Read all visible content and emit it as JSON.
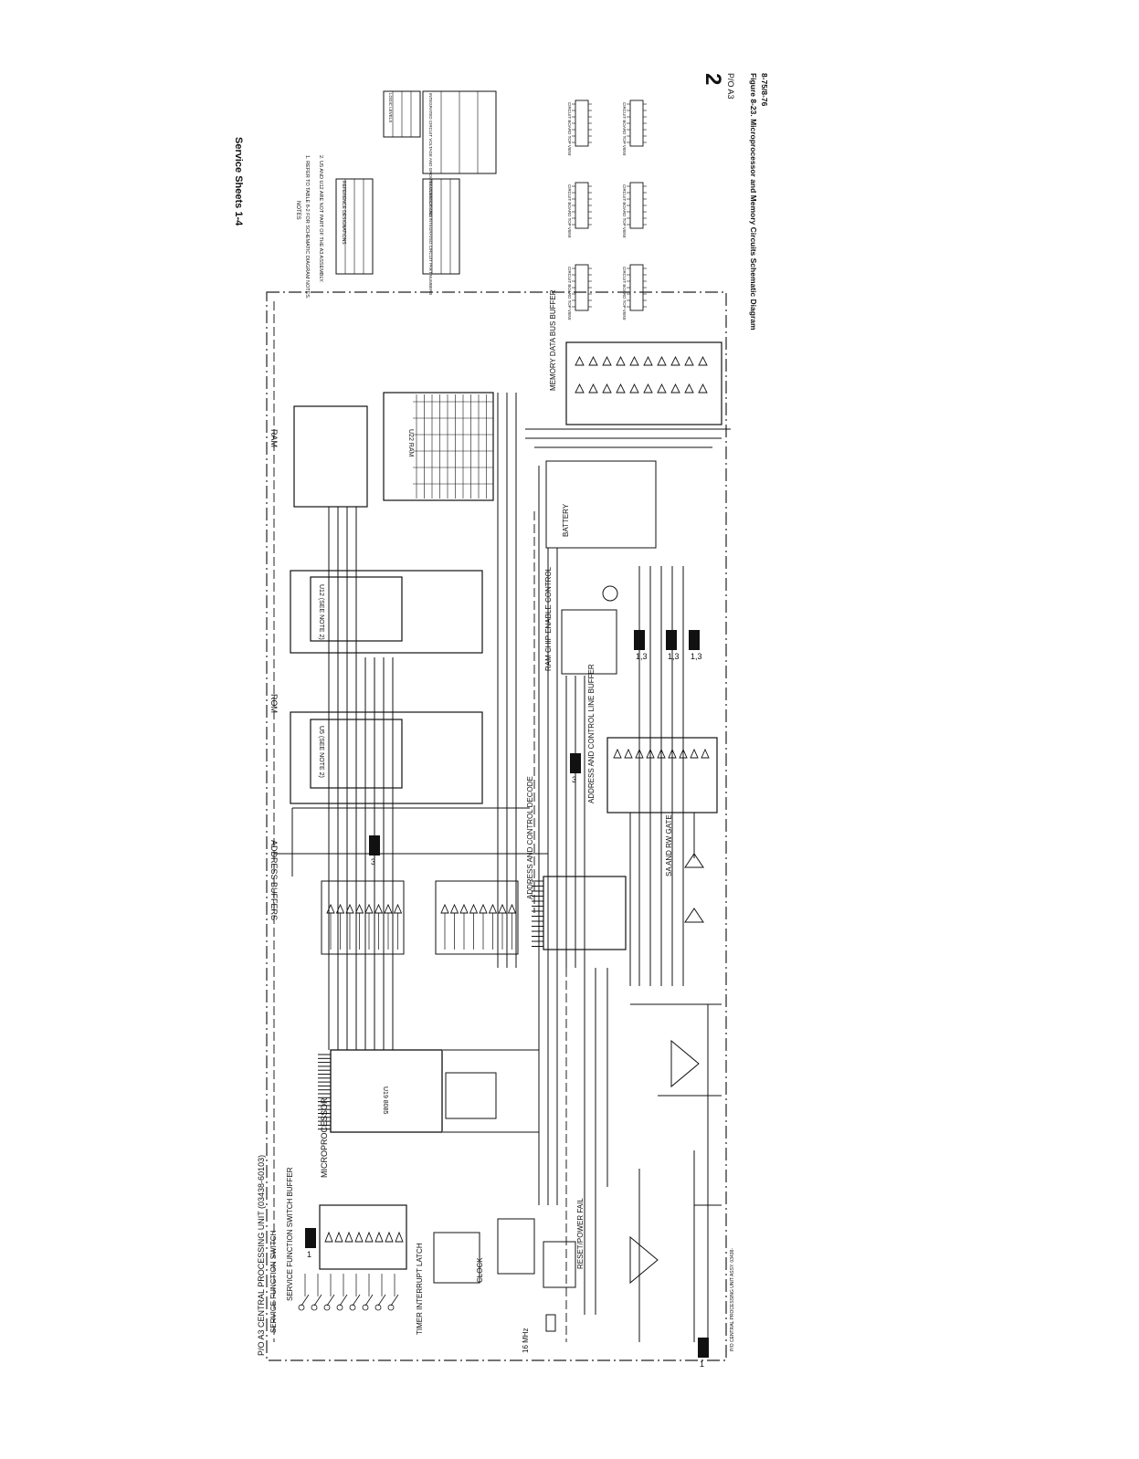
{
  "header": {
    "service_sheets": "Service Sheets 1-4"
  },
  "footer": {
    "figure_caption": "Figure 8-23. Microprocessor and Memory Circuits Schematic Diagram",
    "figure_date": "8-75/8-76",
    "sheet_number": "2",
    "part_of": "P/O A3",
    "bottom_note": "P/O CENTRAL PROCESSING UNIT ASSY. 03438-"
  },
  "schematic": {
    "border_title": "P/O A3 CENTRAL PROCESSING UNIT (03438-60103)",
    "blocks": {
      "service_switch": "SERVICE FUNCTION SWITCH",
      "service_buffer": "SERVICE FUNCTION SWITCH BUFFER",
      "microprocessor": "MICROPROCESSOR",
      "address_buffers": "ADDRESS BUFFERS",
      "rom": "ROM",
      "ram": "RAM",
      "timer_latch": "TIMER INTERRUPT LATCH",
      "clock": "CLOCK",
      "reset_power_fail": "RESET/POWER FAIL",
      "address_control_decode": "ADDRESS AND CONTROL DECODE",
      "address_control_buffer": "ADDRESS AND CONTROL LINE BUFFER",
      "ram_chip_enable": "RAM CHIP ENABLE CONTROL",
      "battery": "BATTERY",
      "memory_data_bus_buffer": "MEMORY DATA BUS BUFFER",
      "sa_rw_gate": "SA AND RW GATE",
      "clock_freq": "16 MHz",
      "cpu_part": "U19 8085",
      "rom_part_1": "U5 (SEE NOTE 2)",
      "rom_part_2": "U12 (SEE NOTE 2)",
      "ram_part": "U22 RAM"
    },
    "notes": {
      "title": "NOTES",
      "items": [
        "1. REFER TO TABLE 8-2 FOR SCHEMATIC DIAGRAM NOTES.",
        "2. U5 AND U12 ARE NOT PART OF THE A3 ASSEMBLY."
      ]
    },
    "tables": {
      "reference_designations": "REFERENCE DESIGNATIONS",
      "transistor_ic_part_numbers": "TRANSISTOR AND INTEGRATED CIRCUIT PART NUMBERS",
      "ic_power_connections": "INTEGRATED CIRCUIT VOLTAGE AND GROUND CONNECTIONS",
      "logic_levels": "LOGIC LEVELS"
    },
    "pin_views": [
      "CIRCUIT BOARD TOP VIEW",
      "CIRCUIT BOARD TOP VIEW",
      "CIRCUIT BOARD TOP VIEW",
      "CIRCUIT BOARD TOP VIEW",
      "CIRCUIT BOARD TOP VIEW",
      "CIRCUIT BOARD TOP VIEW"
    ],
    "conn_labels": [
      "1,3",
      "1,3",
      "1,3",
      "3",
      "3",
      "1",
      "1"
    ]
  }
}
